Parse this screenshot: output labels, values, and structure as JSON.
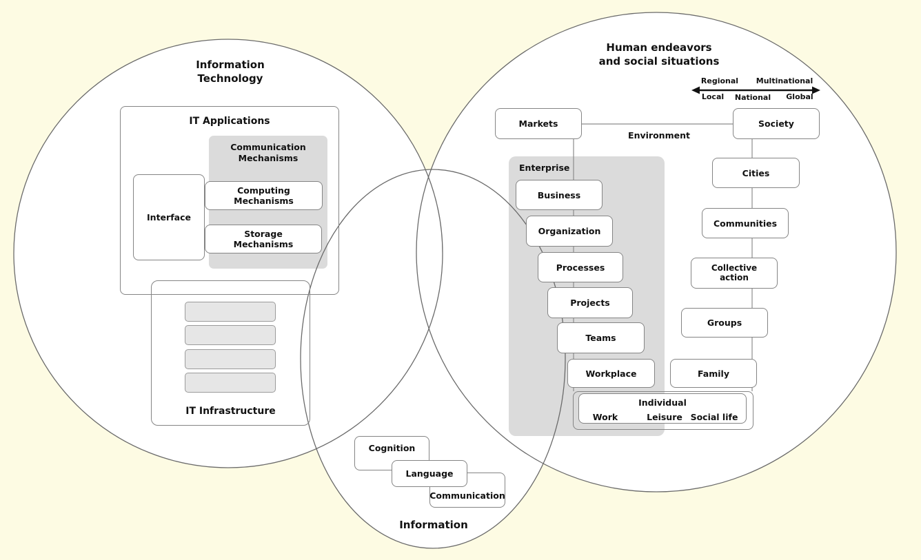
{
  "colors": {
    "background": "#FDFBE3",
    "shape_fill": "#FFFFFF",
    "shape_stroke": "#6A6A6A",
    "panel_gray": "#DBDBDB",
    "box_border": "#848484",
    "bar_fill": "#E6E6E6",
    "text": "#111111"
  },
  "left_circle": {
    "title": "Information\nTechnology",
    "it_applications_label": "IT Applications",
    "communication_panel_label": "Communication\nMechanisms",
    "interface_label": "Interface",
    "computing_label": "Computing\nMechanisms",
    "storage_label": "Storage\nMechanisms",
    "it_infrastructure_label": "IT Infrastructure"
  },
  "ellipse": {
    "title": "Information",
    "boxes": [
      "Cognition",
      "Language",
      "Communication"
    ]
  },
  "right_circle": {
    "title": "Human endeavors\nand social situations",
    "scale": {
      "regional": "Regional",
      "multinational": "Multinational",
      "local": "Local",
      "national": "National",
      "global": "Global"
    },
    "markets_label": "Markets",
    "society_label": "Society",
    "environment_label": "Environment",
    "enterprise_label": "Enterprise",
    "enterprise_boxes": [
      "Business",
      "Organization",
      "Processes",
      "Projects",
      "Teams",
      "Workplace"
    ],
    "social_chain": [
      "Cities",
      "Communities",
      "Collective\naction",
      "Groups",
      "Family"
    ],
    "individual": {
      "label": "Individual",
      "items": [
        "Work",
        "Leisure",
        "Social life"
      ]
    }
  }
}
